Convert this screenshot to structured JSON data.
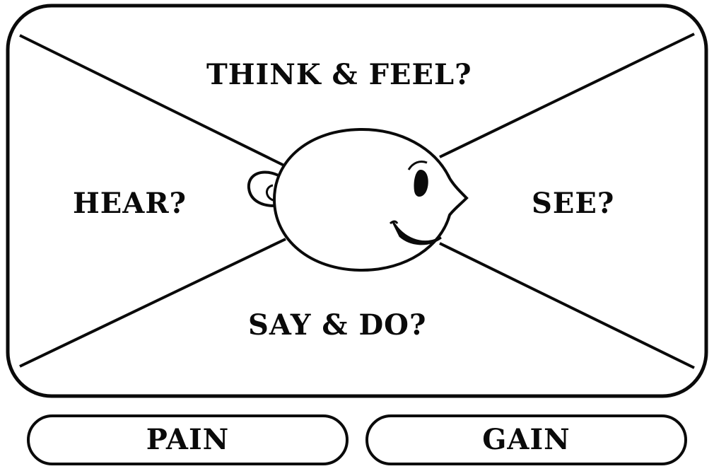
{
  "diagram": {
    "quadrants": {
      "top": "THINK  & FEEL?",
      "left": "HEAR?",
      "right": "SEE?",
      "bottom": "SAY & DO?"
    },
    "boxes": {
      "pain": "PAIN",
      "gain": "GAIN"
    },
    "colors": {
      "stroke": "#0a0a0a",
      "background": "#ffffff"
    }
  }
}
